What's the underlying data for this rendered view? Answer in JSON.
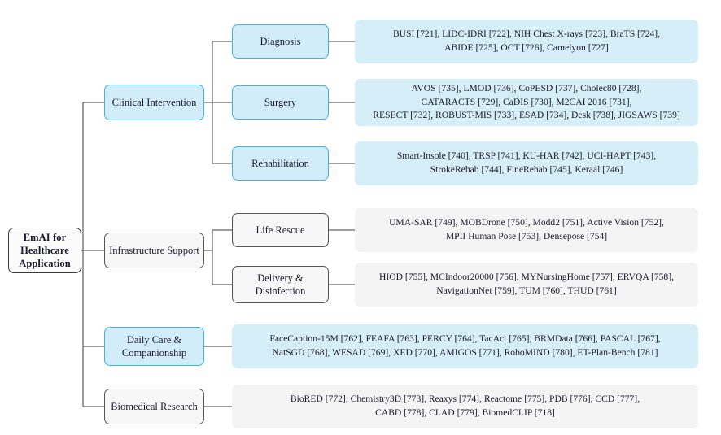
{
  "diagram": {
    "type": "tree-taxonomy",
    "root": {
      "label": "EmAI for Healthcare Application",
      "line1": "EmAI for",
      "line2": "Healthcare",
      "line3": "Application",
      "style": "grey"
    },
    "colors": {
      "blue_fill": "#d3ecf9",
      "blue_border": "#3fb3e3",
      "blue_panel_fill": "#d6eef8",
      "grey_fill": "#f7f7f7",
      "grey_border": "#555555",
      "grey_panel_fill": "#f4f4f4",
      "text": "#1a1a2e",
      "wire": "#3c3c3c"
    },
    "branches": [
      {
        "id": "clinical-intervention",
        "label": "Clinical Intervention",
        "style": "blue",
        "children": [
          {
            "id": "diagnosis",
            "label": "Diagnosis",
            "style": "blue",
            "panel_style": "blue",
            "lines": [
              "BUSI [721], LIDC-IDRI [722], NIH Chest X-rays [723], BraTS [724],",
              "ABIDE [725], OCT [726], Camelyon [727]"
            ],
            "items": [
              "BUSI [721]",
              "LIDC-IDRI [722]",
              "NIH Chest X-rays [723]",
              "BraTS [724]",
              "ABIDE [725]",
              "OCT [726]",
              "Camelyon [727]"
            ]
          },
          {
            "id": "surgery",
            "label": "Surgery",
            "style": "blue",
            "panel_style": "blue",
            "lines": [
              "AVOS [735], LMOD [736], CoPESD [737], Cholec80 [728],",
              "CATARACTS [729], CaDIS [730], M2CAI 2016 [731],",
              "RESECT [732], ROBUST-MIS [733], ESAD [734], Desk [738], JIGSAWS [739]"
            ],
            "items": [
              "AVOS [735]",
              "LMOD [736]",
              "CoPESD [737]",
              "Cholec80 [728]",
              "CATARACTS [729]",
              "CaDIS [730]",
              "M2CAI 2016 [731]",
              "RESECT [732]",
              "ROBUST-MIS [733]",
              "ESAD [734]",
              "Desk [738]",
              "JIGSAWS [739]"
            ]
          },
          {
            "id": "rehabilitation",
            "label": "Rehabilitation",
            "style": "blue",
            "panel_style": "blue",
            "lines": [
              "Smart-Insole [740], TRSP [741], KU-HAR [742], UCI-HAPT [743],",
              "StrokeRehab [744], FineRehab [745], Keraal [746]"
            ],
            "items": [
              "Smart-Insole [740]",
              "TRSP [741]",
              "KU-HAR [742]",
              "UCI-HAPT [743]",
              "StrokeRehab [744]",
              "FineRehab [745]",
              "Keraal [746]"
            ]
          }
        ]
      },
      {
        "id": "infrastructure-support",
        "label": "Infrastructure Support",
        "style": "grey",
        "children": [
          {
            "id": "life-rescue",
            "label": "Life Rescue",
            "style": "grey",
            "panel_style": "grey",
            "lines": [
              "UMA-SAR [749], MOBDrone [750], Modd2 [751], Active Vision [752],",
              "MPII Human Pose [753], Densepose [754]"
            ],
            "items": [
              "UMA-SAR [749]",
              "MOBDrone [750]",
              "Modd2 [751]",
              "Active Vision [752]",
              "MPII Human Pose [753]",
              "Densepose [754]"
            ]
          },
          {
            "id": "delivery-disinfection",
            "label": "Delivery & Disinfection",
            "label_line1": "Delivery &",
            "label_line2": "Disinfection",
            "style": "grey",
            "panel_style": "grey",
            "lines": [
              "HIOD [755], MCIndoor20000 [756], MYNursingHome [757], ERVQA [758],",
              "NavigationNet [759], TUM [760], THUD [761]"
            ],
            "items": [
              "HIOD [755]",
              "MCIndoor20000 [756]",
              "MYNursingHome [757]",
              "ERVQA [758]",
              "NavigationNet [759]",
              "TUM [760]",
              "THUD [761]"
            ]
          }
        ]
      },
      {
        "id": "daily-care-companionship",
        "label": "Daily Care & Companionship",
        "label_line1": "Daily Care &",
        "label_line2": "Companionship",
        "style": "blue",
        "panel_style": "blue",
        "lines": [
          "FaceCaption-15M [762], FEAFA [763], PERCY [764], TacAct [765], BRMData [766], PASCAL [767],",
          "NatSGD [768], WESAD [769], XED [770], AMIGOS [771], RoboMIND [780], ET-Plan-Bench [781]"
        ],
        "items": [
          "FaceCaption-15M [762]",
          "FEAFA [763]",
          "PERCY [764]",
          "TacAct [765]",
          "BRMData [766]",
          "PASCAL [767]",
          "NatSGD [768]",
          "WESAD [769]",
          "XED [770]",
          "AMIGOS [771]",
          "RoboMIND [780]",
          "ET-Plan-Bench [781]"
        ],
        "children": []
      },
      {
        "id": "biomedical-research",
        "label": "Biomedical Research",
        "style": "grey",
        "panel_style": "grey",
        "lines": [
          "BioRED [772], Chemistry3D [773], Reaxys [774], Reactome [775], PDB [776], CCD [777],",
          "CABD [778], CLAD [779], BiomedCLIP [718]"
        ],
        "items": [
          "BioRED [772]",
          "Chemistry3D [773]",
          "Reaxys [774]",
          "Reactome [775]",
          "PDB [776]",
          "CCD [777]",
          "CABD [778]",
          "CLAD [779]",
          "BiomedCLIP [718]"
        ],
        "children": []
      }
    ]
  }
}
